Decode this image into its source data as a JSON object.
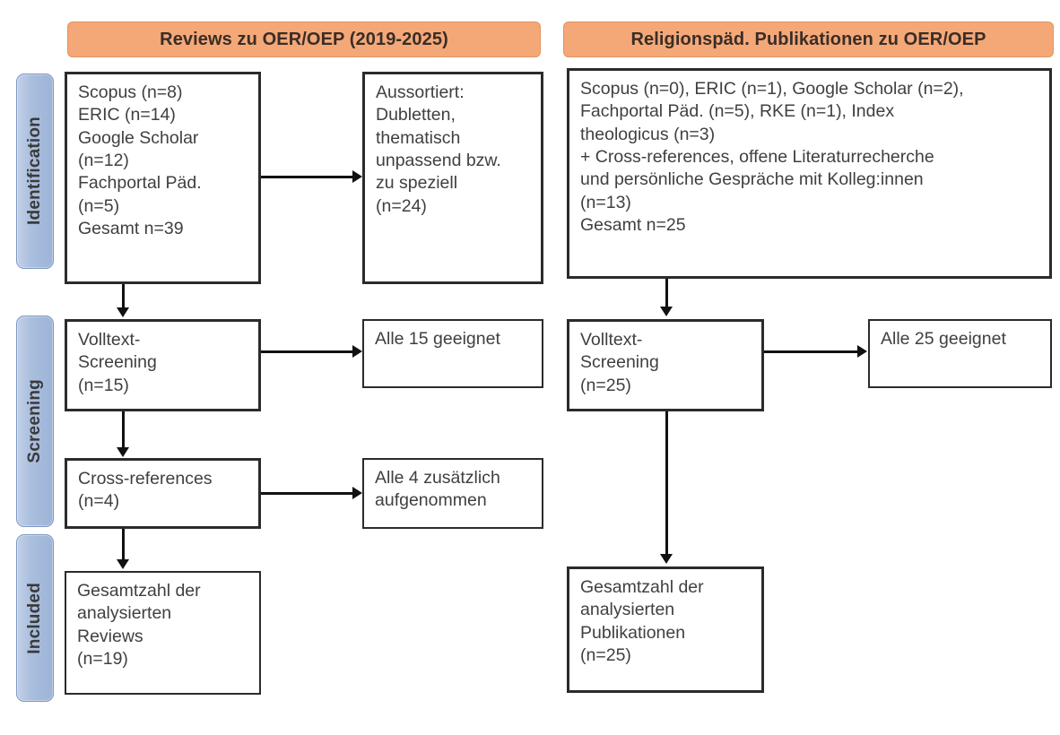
{
  "stages": [
    {
      "label": "Identification"
    },
    {
      "label": "Screening"
    },
    {
      "label": "Included"
    }
  ],
  "columns": [
    {
      "header": "Reviews zu OER/OEP (2019-2025)"
    },
    {
      "header": "Religionspäd. Publikationen zu OER/OEP"
    }
  ],
  "left_column": {
    "identification_sources": "Scopus (n=8)\nERIC (n=14)\nGoogle Scholar\n(n=12)\nFachportal Päd.\n(n=5)\nGesamt n=39",
    "excluded": "Aussortiert:\nDubletten,\nthematisch\nunpassend bzw.\nzu speziell\n(n=24)",
    "fulltext_screening": "Volltext-\nScreening\n(n=15)",
    "fulltext_result": "Alle 15 geeignet",
    "cross_references": "Cross-references\n(n=4)",
    "cross_references_result": "Alle 4 zusätzlich\naufgenommen",
    "included_total": "Gesamtzahl der\nanalysierten\nReviews\n(n=19)"
  },
  "right_column": {
    "identification_sources": "Scopus (n=0), ERIC (n=1), Google Scholar (n=2),\nFachportal Päd. (n=5), RKE (n=1), Index\ntheologicus (n=3)\n+ Cross-references, offene Literaturrecherche\nund persönliche Gespräche mit Kolleg:innen\n(n=13)\nGesamt n=25",
    "fulltext_screening": "Volltext-\nScreening\n(n=25)",
    "fulltext_result": "Alle 25 geeignet",
    "included_total": "Gesamtzahl der\nanalysierten\nPublikationen\n(n=25)"
  },
  "colors": {
    "header_orange": "#F4A878",
    "stage_blue": "#A8BCDC",
    "box_border": "#2B2B2B",
    "text": "#404040"
  }
}
